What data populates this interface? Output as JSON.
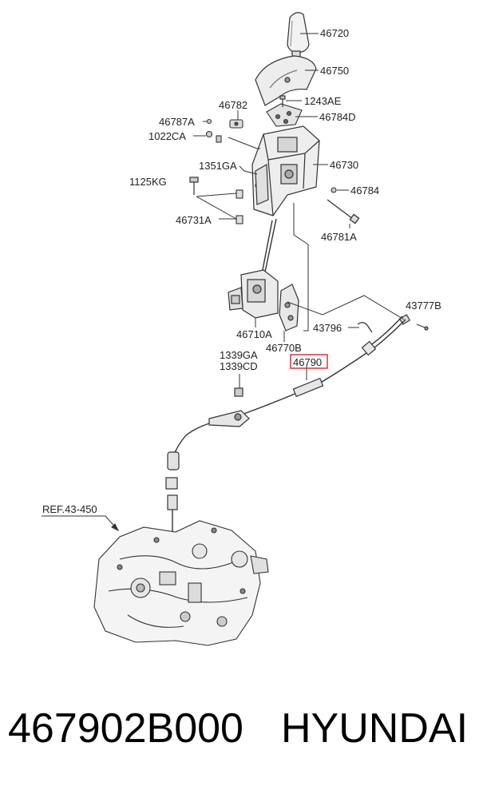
{
  "diagram": {
    "callouts": {
      "c46720": "46720",
      "c46750": "46750",
      "c1243AE": "1243AE",
      "c46782": "46782",
      "c46787A": "46787A",
      "c46784D": "46784D",
      "c1022CA": "1022CA",
      "c1351GA": "1351GA",
      "c46730": "46730",
      "c1125KG": "1125KG",
      "c46784": "46784",
      "c46731A": "46731A",
      "c46781A": "46781A",
      "c43777B": "43777B",
      "c43796": "43796",
      "c46710A": "46710A",
      "c46770B": "46770B",
      "c1339GA": "1339GA",
      "c1339CD": "1339CD",
      "c46790": "46790",
      "ref": "REF.43-450"
    },
    "highlight_color": "#d9262c",
    "line_color": "#333333"
  },
  "footer": {
    "part_number": "467902B000",
    "brand": "HYUNDAI"
  }
}
